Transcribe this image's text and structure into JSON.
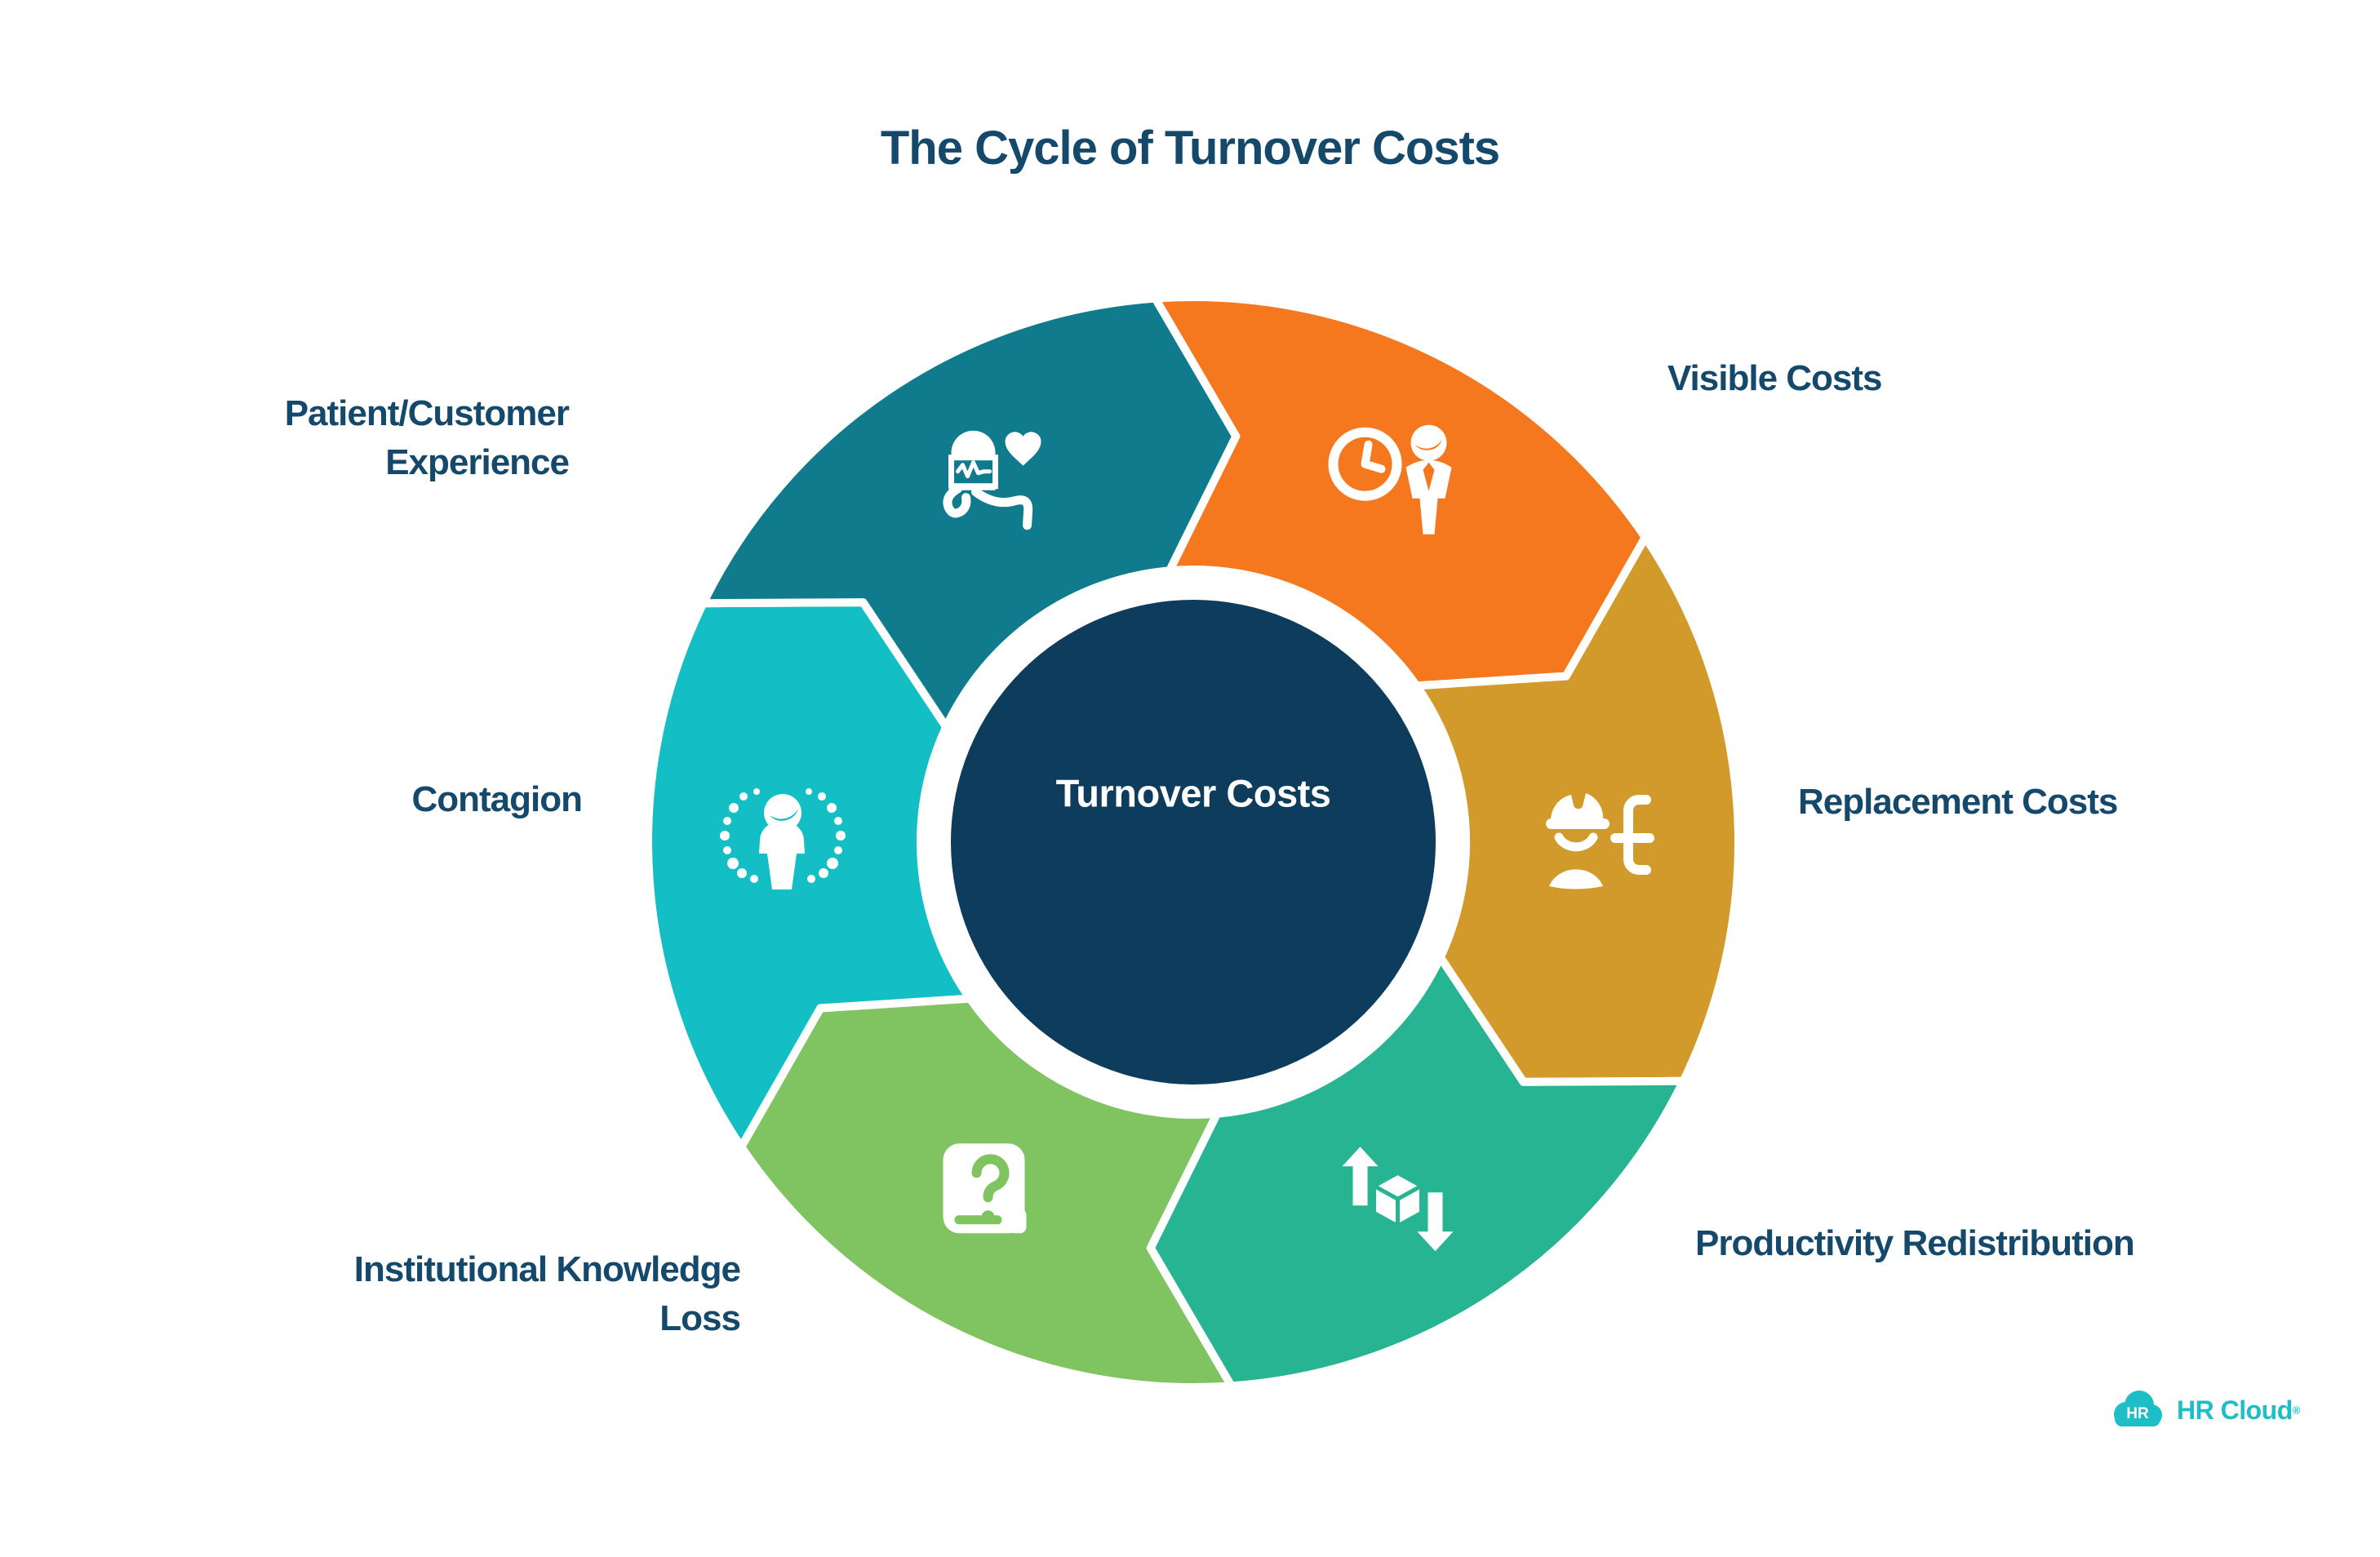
{
  "title": "The Cycle of Turnover Costs",
  "center": {
    "label": "Turnover Costs",
    "bg": "#0D3C5C",
    "text_color": "#FFFFFF"
  },
  "wheel": {
    "segments": [
      {
        "id": "visible-costs",
        "label_lines": [
          "Visible Costs"
        ],
        "color": "#F5781F",
        "icon": "clock-person-icon"
      },
      {
        "id": "replacement-costs",
        "label_lines": [
          "Replacement Costs"
        ],
        "color": "#D29A2B",
        "icon": "worker-currency-icon"
      },
      {
        "id": "productivity-redistribution",
        "label_lines": [
          "Productivity Redistribution"
        ],
        "color": "#26B492",
        "icon": "cube-arrows-icon"
      },
      {
        "id": "institutional-knowledge-loss",
        "label_lines": [
          "Institutional Knowledge",
          "Loss"
        ],
        "color": "#80C361",
        "icon": "book-question-icon"
      },
      {
        "id": "contagion",
        "label_lines": [
          "Contagion"
        ],
        "color": "#13BFC5",
        "icon": "person-dots-icon"
      },
      {
        "id": "patient-customer-experience",
        "label_lines": [
          "Patient/Customer",
          "Experience"
        ],
        "color": "#0F7B8C",
        "icon": "pulse-hand-heart-icon"
      }
    ]
  },
  "logo": {
    "badge": "HR",
    "name": "HR Cloud",
    "trademark": "®",
    "color": "#1DBEC6"
  },
  "colors": {
    "background": "#FFFFFF",
    "title_text": "#14496C",
    "label_text": "#14496C",
    "center_circle": "#0D3C5C",
    "orange": "#F5781F",
    "gold": "#D29A2B",
    "teal_green": "#26B492",
    "green": "#80C361",
    "cyan": "#13BFC5",
    "dark_teal": "#0F7B8C",
    "brand_teal": "#1DBEC6"
  }
}
